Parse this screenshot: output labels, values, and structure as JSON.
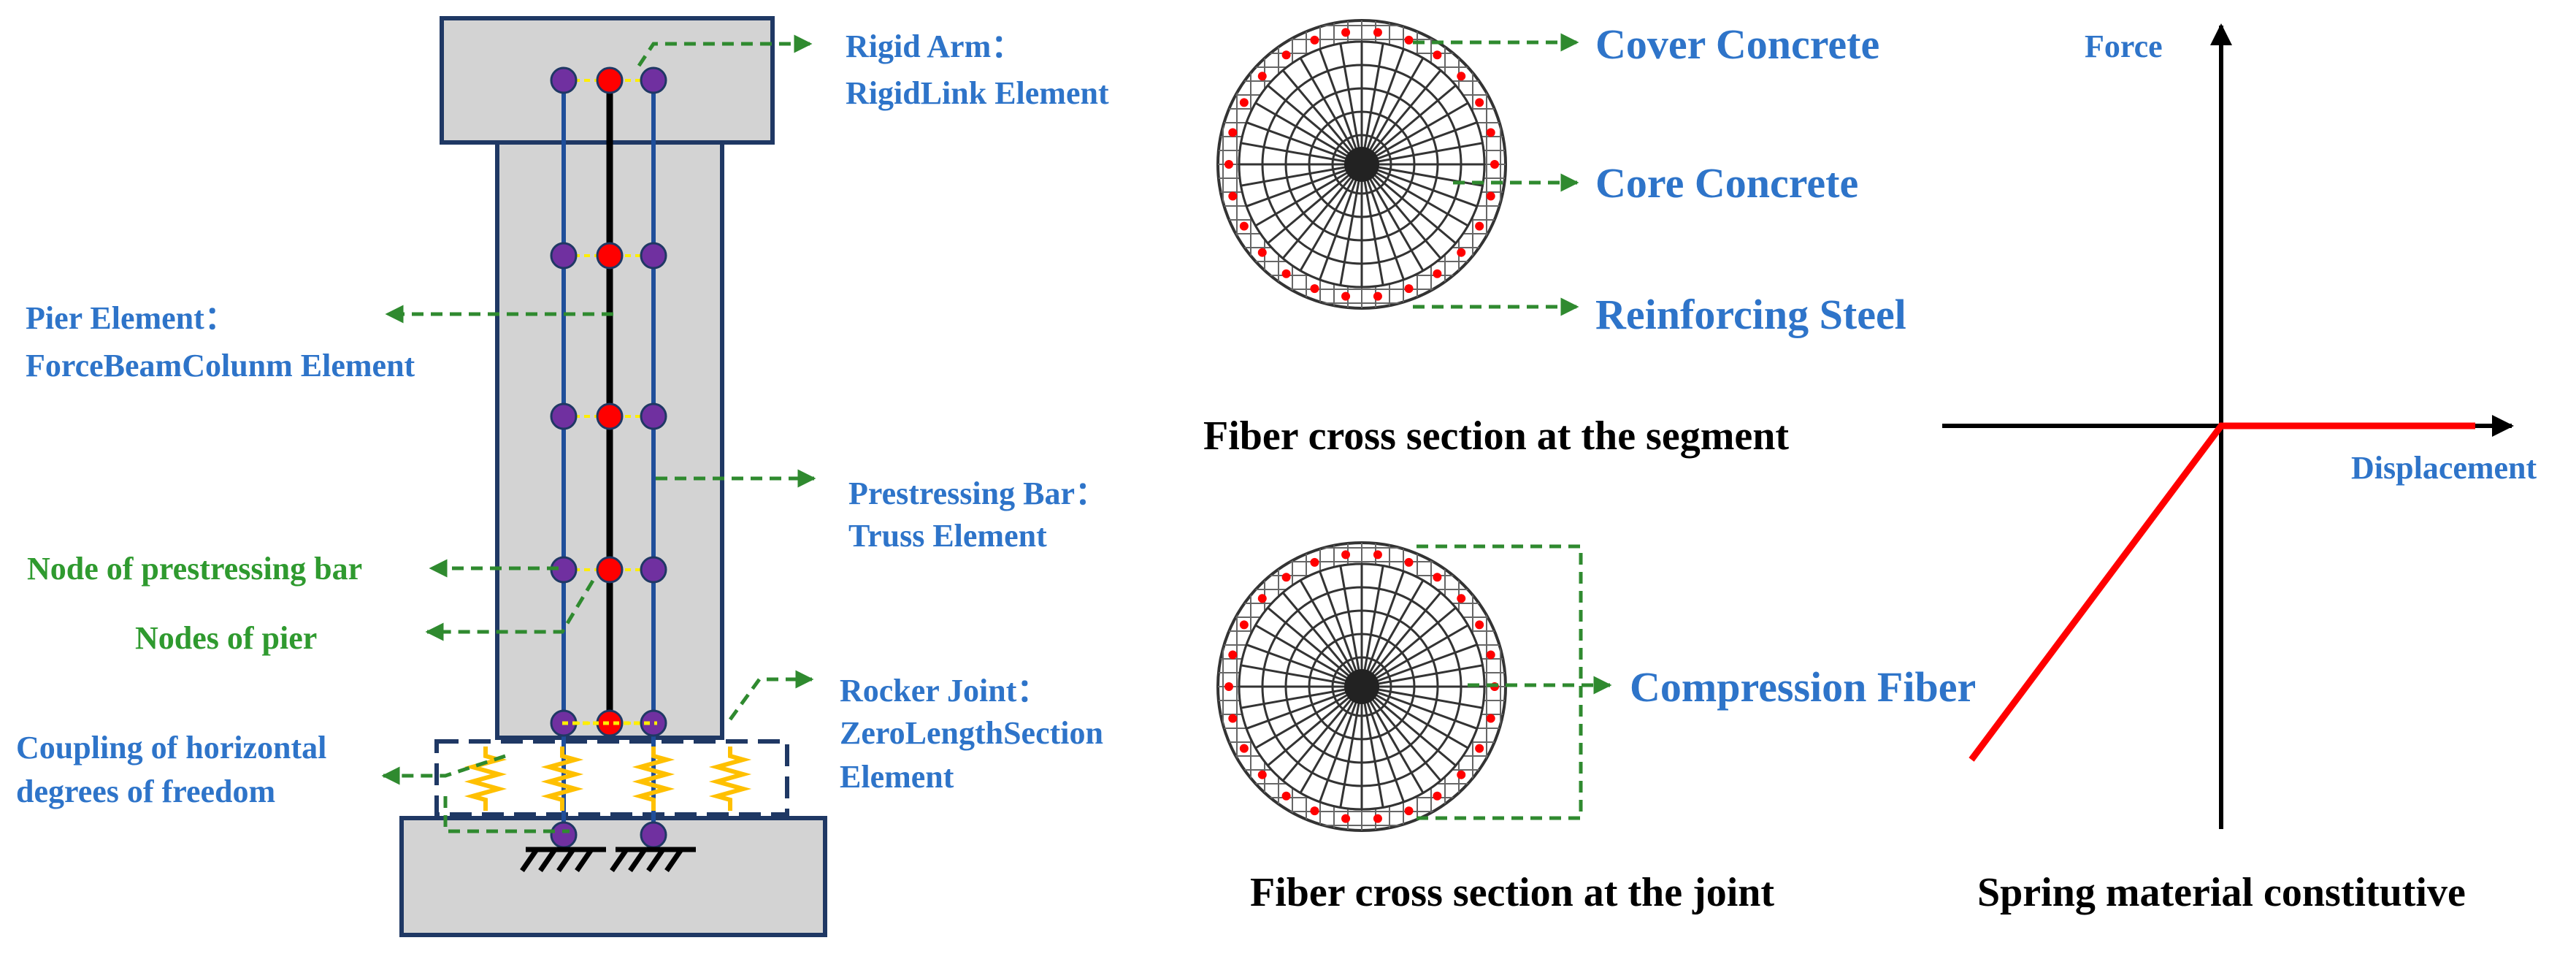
{
  "pier_model": {
    "rigid_arm": [
      "Rigid Arm：",
      "RigidLink Element"
    ],
    "pier_element": [
      "Pier Element：",
      "ForceBeamColunm Element"
    ],
    "prestressing_bar": [
      "Prestressing Bar：",
      "Truss Element"
    ],
    "node_prestressing_bar": "Node of prestressing bar",
    "nodes_of_pier": "Nodes  of pier",
    "rocker_joint": [
      "Rocker Joint：",
      "ZeroLengthSection",
      "Element"
    ],
    "coupling": [
      "Coupling of horizontal",
      "degrees of freedom"
    ]
  },
  "fiber_segment": {
    "cover": "Cover Concrete",
    "core": "Core Concrete",
    "steel": "Reinforcing Steel",
    "caption": "Fiber cross section at the segment"
  },
  "fiber_joint": {
    "compression": "Compression Fiber",
    "caption": "Fiber cross section at the joint"
  },
  "spring": {
    "y_axis": "Force",
    "x_axis": "Displacement",
    "caption": "Spring material constitutive"
  },
  "colors": {
    "concrete": "#d3d3d3",
    "outline": "#1f3864",
    "bar": "#1f4e9a",
    "pier_node": "#ff0000",
    "bar_node": "#7030a0",
    "spring": "#ffc000",
    "leader": "#2f8a2f",
    "curve": "#ff0000"
  }
}
